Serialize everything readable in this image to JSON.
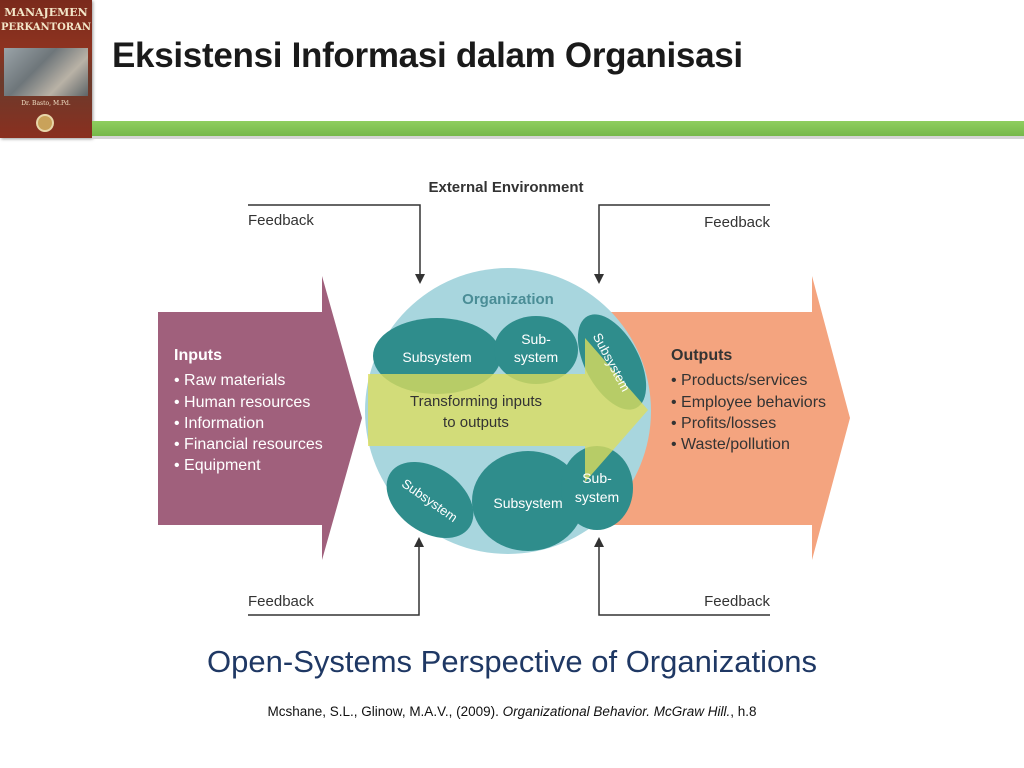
{
  "slide": {
    "title": "Eksistensi Informasi dalam Organisasi",
    "caption": "Open-Systems Perspective of Organizations",
    "citation": {
      "authors": "Mcshane, S.L., Glinow, M.A.V., (2009). ",
      "work": "Organizational Behavior. McGraw Hill.",
      "page": ", h.8"
    }
  },
  "book_cover": {
    "title_line1": "MANAJEMEN",
    "title_line2": "PERKANTORAN",
    "author": "Dr. Basto, M.Pd."
  },
  "diagram": {
    "external_environment": "External Environment",
    "feedback": "Feedback",
    "organization": "Organization",
    "inputs": {
      "heading": "Inputs",
      "items": [
        "• Raw materials",
        "• Human resources",
        "• Information",
        "• Financial resources",
        "• Equipment"
      ]
    },
    "outputs": {
      "heading": "Outputs",
      "items": [
        "• Products/services",
        "• Employee behaviors",
        "• Profits/losses",
        "• Waste/pollution"
      ]
    },
    "subsystem": "Subsystem",
    "sub": "Sub-",
    "system": "system",
    "transform_line1": "Transforming inputs",
    "transform_line2": "to outputs"
  },
  "colors": {
    "inputs_arrow": "#a0607c",
    "outputs_arrow": "#f4a47f",
    "organization_circle": "#a8d6de",
    "subsystem": "#2f8d8c",
    "transform_arrow": "#dede5c",
    "accent_bar": "#7fc250",
    "caption": "#1f3864"
  }
}
